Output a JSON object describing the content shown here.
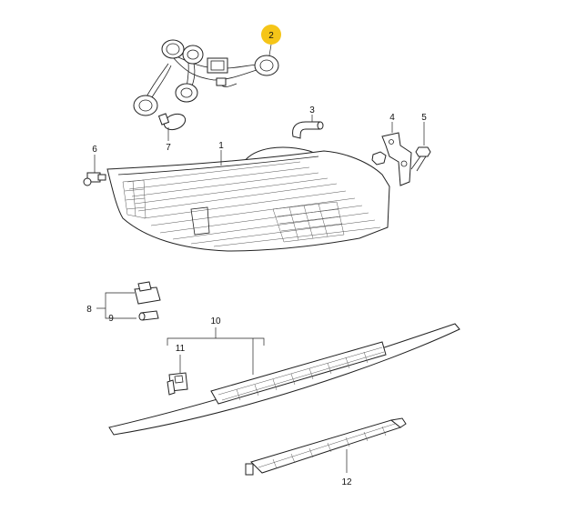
{
  "diagram": {
    "callouts": [
      {
        "id": "1",
        "label": "1"
      },
      {
        "id": "2",
        "label": "2",
        "highlighted": true
      },
      {
        "id": "3",
        "label": "3"
      },
      {
        "id": "4",
        "label": "4"
      },
      {
        "id": "5",
        "label": "5"
      },
      {
        "id": "6",
        "label": "6"
      },
      {
        "id": "7",
        "label": "7"
      },
      {
        "id": "8",
        "label": "8"
      },
      {
        "id": "9",
        "label": "9"
      },
      {
        "id": "10",
        "label": "10"
      },
      {
        "id": "11",
        "label": "11"
      },
      {
        "id": "12",
        "label": "12"
      }
    ],
    "colors": {
      "highlight": "#f5c518",
      "line": "#222222",
      "background": "#ffffff"
    }
  }
}
